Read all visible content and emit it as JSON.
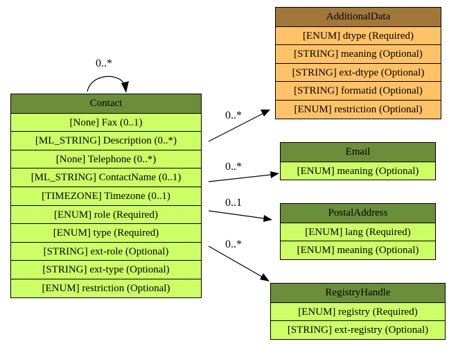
{
  "diagram": {
    "colors": {
      "class_title_green": "#6b8e3a",
      "class_body_green": "#ccff66",
      "class_title_orange": "#a17839",
      "class_body_orange": "#ffc266",
      "line": "#000000"
    },
    "classes": {
      "contact": {
        "title": "Contact",
        "attributes": [
          "[None] Fax (0..1)",
          "[ML_STRING] Description (0..*)",
          "[None] Telephone (0..*)",
          "[ML_STRING] ContactName (0..1)",
          "[TIMEZONE] Timezone (0..1)",
          "[ENUM] role (Required)",
          "[ENUM] type (Required)",
          "[STRING] ext-role (Optional)",
          "[STRING] ext-type (Optional)",
          "[ENUM] restriction (Optional)"
        ]
      },
      "additional_data": {
        "title": "AdditionalData",
        "attributes": [
          "[ENUM] dtype (Required)",
          "[STRING] meaning (Optional)",
          "[STRING] ext-dtype (Optional)",
          "[STRING] formatid (Optional)",
          "[ENUM] restriction (Optional)"
        ]
      },
      "email": {
        "title": "Email",
        "attributes": [
          "[ENUM] meaning (Optional)"
        ]
      },
      "postal_address": {
        "title": "PostalAddress",
        "attributes": [
          "[ENUM] lang (Required)",
          "[ENUM] meaning (Optional)"
        ]
      },
      "registry_handle": {
        "title": "RegistryHandle",
        "attributes": [
          "[ENUM] registry (Required)",
          "[STRING] ext-registry (Optional)"
        ]
      }
    },
    "edges": {
      "self": "0..*",
      "to_additional_data": "0..*",
      "to_email": "0..*",
      "to_postal_address": "0..1",
      "to_registry_handle": "0..*"
    }
  }
}
